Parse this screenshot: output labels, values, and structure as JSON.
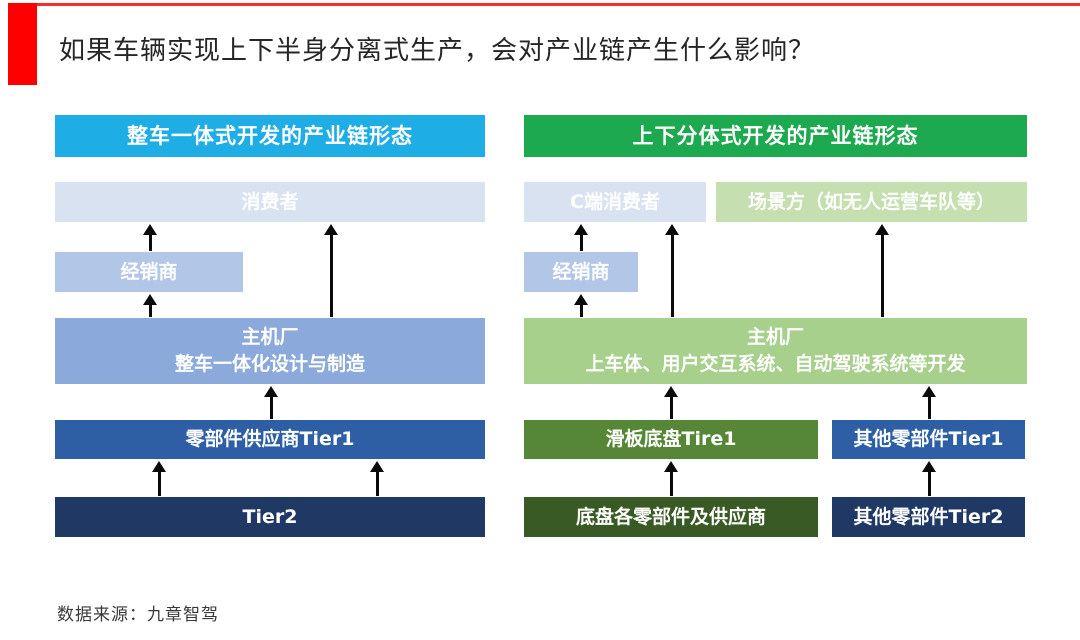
{
  "page": {
    "title": "如果车辆实现上下半身分离式生产，会对产业链产生什么影响？",
    "source_note": "数据来源：九章智驾"
  },
  "colors": {
    "accent_red": "#fe0000",
    "top_rule_red": "#fb2b2b",
    "left_header_bg": "#1fade6",
    "right_header_bg": "#1ca94f",
    "consumer_bg": "#d9e2f1",
    "dealer_bg": "#b2c6e7",
    "oem_left_bg": "#8ba9da",
    "oem_right_bg": "#a6d08c",
    "scene_bg": "#c5dfb0",
    "tier1_blue_bg": "#2e5fa5",
    "tier2_navy_bg": "#1f3864",
    "tier1_green_bg": "#568736",
    "tier2_green_bg": "#395a24",
    "arrow": "#0a0a0a"
  },
  "left_chain": {
    "header": "整车一体式开发的产业链形态",
    "consumer": "消费者",
    "dealer": "经销商",
    "oem_line1": "主机厂",
    "oem_line2": "整车一体化设计与制造",
    "tier1": "零部件供应商Tier1",
    "tier2": "Tier2"
  },
  "right_chain": {
    "header": "上下分体式开发的产业链形态",
    "c_consumer": "C端消费者",
    "scene_party": "场景方（如无人运营车队等）",
    "dealer": "经销商",
    "oem_line1": "主机厂",
    "oem_line2": "上车体、用户交互系统、自动驾驶系统等开发",
    "skateboard_tier1": "滑板底盘Tire1",
    "other_tier1": "其他零部件Tier1",
    "chassis_suppliers": "底盘各零部件及供应商",
    "other_tier2": "其他零部件Tier2"
  }
}
